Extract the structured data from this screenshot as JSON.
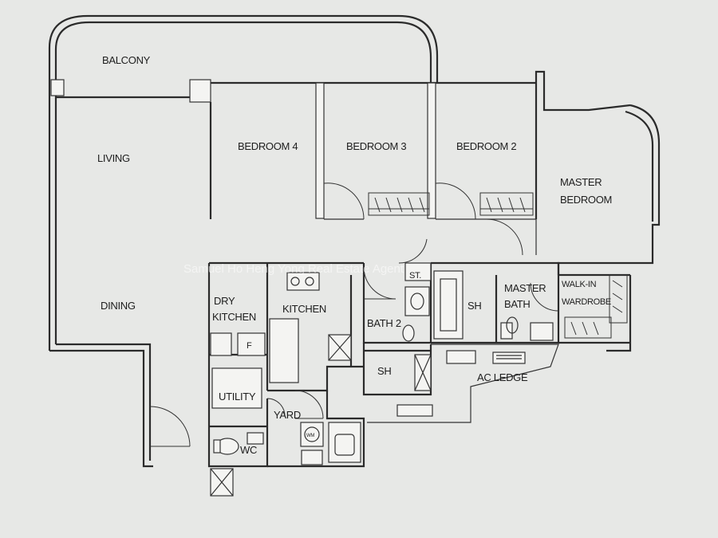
{
  "plan": {
    "watermark": "Samuel Ho Heng Yong Real Estate Agent",
    "rooms": {
      "balcony": "BALCONY",
      "living": "LIVING",
      "dining": "DINING",
      "bedroom4": "BEDROOM 4",
      "bedroom3": "BEDROOM 3",
      "bedroom2": "BEDROOM 2",
      "master_bedroom_1": "MASTER",
      "master_bedroom_2": "BEDROOM",
      "dry_kitchen_1": "DRY",
      "dry_kitchen_2": "KITCHEN",
      "kitchen": "KITCHEN",
      "utility": "UTILITY",
      "yard": "YARD",
      "wc": "WC",
      "bath2": "BATH 2",
      "sh_bath2": "SH",
      "store": "ST.",
      "sh_master": "SH",
      "master_bath_1": "MASTER",
      "master_bath_2": "BATH",
      "walkin_1": "WALK-IN",
      "walkin_2": "WARDROBE",
      "ac_ledge": "AC LEDGE",
      "fridge": "F",
      "washer": "WM"
    }
  }
}
